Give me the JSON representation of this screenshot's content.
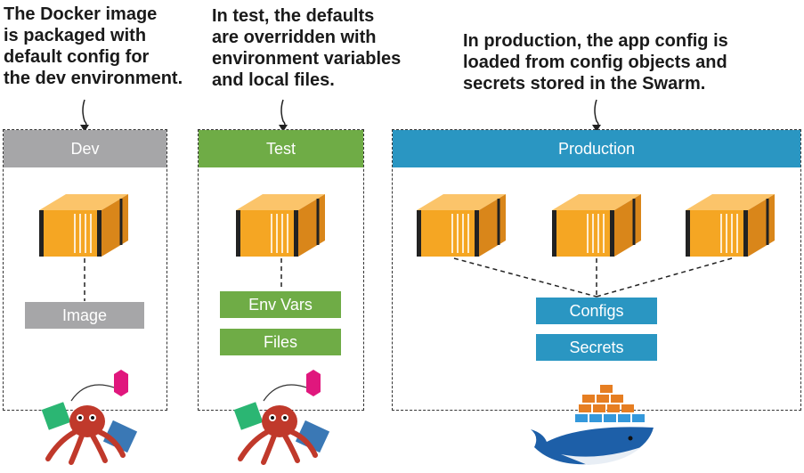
{
  "notes": {
    "dev": "The Docker image\nis packaged with\ndefault config for\nthe dev environment.",
    "test": "In test, the defaults\nare overridden with\nenvironment variables\nand local files.",
    "production": "In production, the app config is\nloaded from config objects and\nsecrets stored in the Swarm."
  },
  "panels": {
    "dev": {
      "title": "Dev",
      "source": "Image"
    },
    "test": {
      "title": "Test",
      "sources": [
        "Env Vars",
        "Files"
      ]
    },
    "production": {
      "title": "Production",
      "sources": [
        "Configs",
        "Secrets"
      ]
    }
  },
  "colors": {
    "dev": "#a6a6a8",
    "test": "#6fac46",
    "production": "#2a96c2",
    "container": "#f5a623",
    "octopus": "#c0392b",
    "whale": "#1d5fa8"
  },
  "icons": {
    "container": "shipping-container-icon",
    "octopus": "octopus-mascot-icon",
    "whale": "docker-whale-icon"
  }
}
